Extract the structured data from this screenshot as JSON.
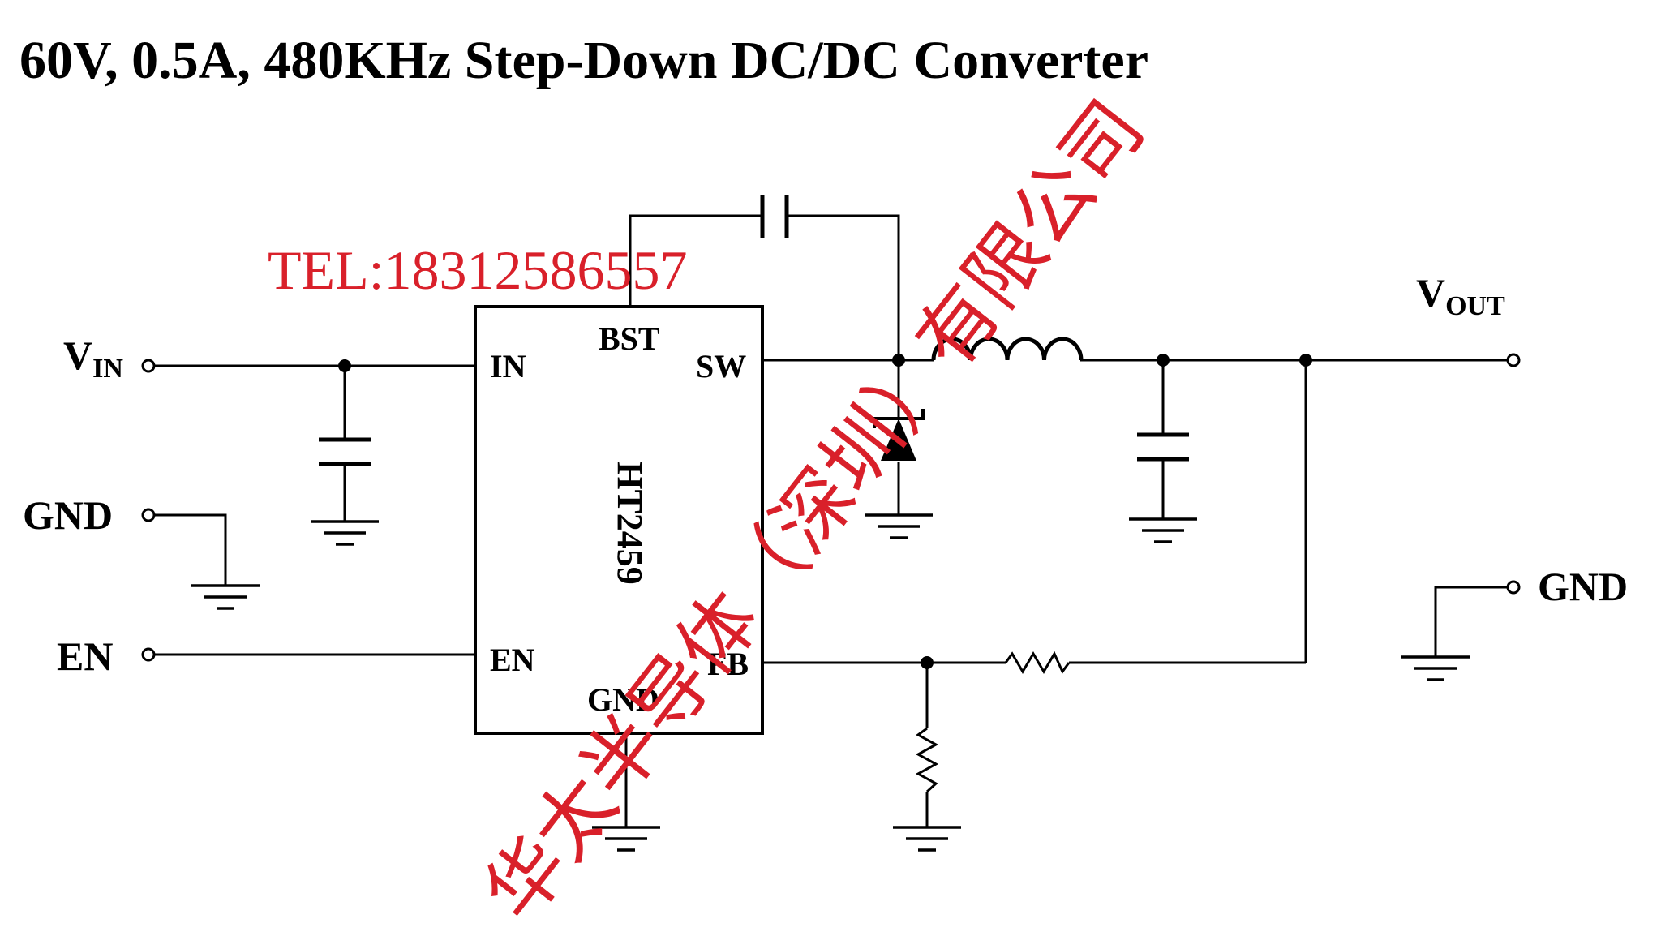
{
  "title": "60V, 0.5A, 480KHz Step-Down DC/DC Converter",
  "chip": {
    "name": "HT2459",
    "pins": {
      "in": "IN",
      "bst": "BST",
      "sw": "SW",
      "en": "EN",
      "fb": "FB",
      "gnd": "GND"
    }
  },
  "terminals": {
    "vin_main": "V",
    "vin_sub": "IN",
    "gnd_left": "GND",
    "en": "EN",
    "vout_main": "V",
    "vout_sub": "OUT",
    "gnd_right": "GND"
  },
  "watermark": {
    "tel": "TEL:18312586557",
    "company": "华太半导体（深圳）有限公司"
  },
  "colors": {
    "watermark": "#d9202a",
    "ink": "#000000"
  }
}
